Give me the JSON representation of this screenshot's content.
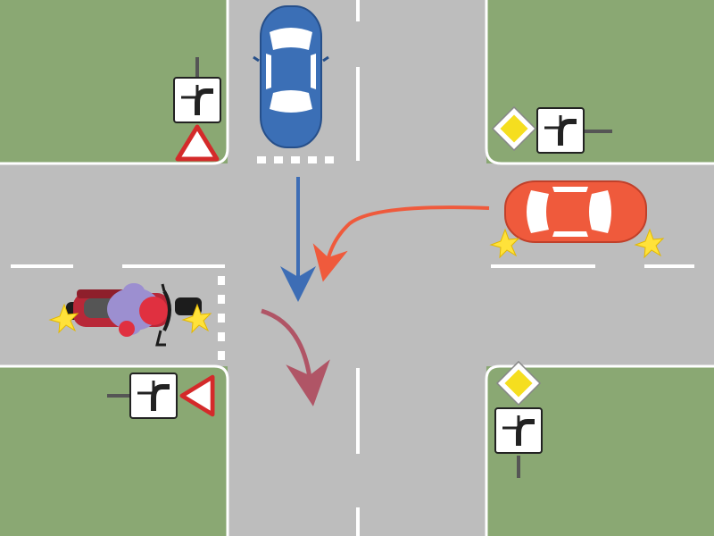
{
  "colors": {
    "grass": "#8aa873",
    "road": "#bdbdbd",
    "lane_marking": "#ffffff",
    "blue_car": "#3b6fb6",
    "red_car": "#ef5a3c",
    "blue_arrow": "#3d6db5",
    "orange_arrow": "#ef5a3c",
    "maroon_arrow": "#b05566",
    "motorcycle_rider": "#e03040",
    "motorcycle_jacket": "#9c8fd0",
    "flash": "#ffe23a",
    "priority_sign": "#f5de1f",
    "yield_border": "#d42a2a"
  },
  "intersection": {
    "vertical_road": "north-south",
    "horizontal_road": "east-west",
    "priority_road_shape": "bent from south to east"
  },
  "vehicles": [
    {
      "id": "blue-car",
      "approach": "north",
      "maneuver": "straight",
      "signal": "none"
    },
    {
      "id": "red-car",
      "approach": "east",
      "maneuver": "left-turn",
      "signal": "hazard"
    },
    {
      "id": "motorcycle",
      "approach": "west",
      "maneuver": "right-turn",
      "signal": "hazard"
    }
  ],
  "signs": [
    {
      "id": "nw",
      "types": [
        "shape-of-priority-road",
        "yield"
      ]
    },
    {
      "id": "ne",
      "types": [
        "priority-road",
        "shape-of-priority-road"
      ]
    },
    {
      "id": "sw",
      "types": [
        "shape-of-priority-road",
        "yield"
      ]
    },
    {
      "id": "se",
      "types": [
        "priority-road",
        "shape-of-priority-road"
      ]
    }
  ]
}
